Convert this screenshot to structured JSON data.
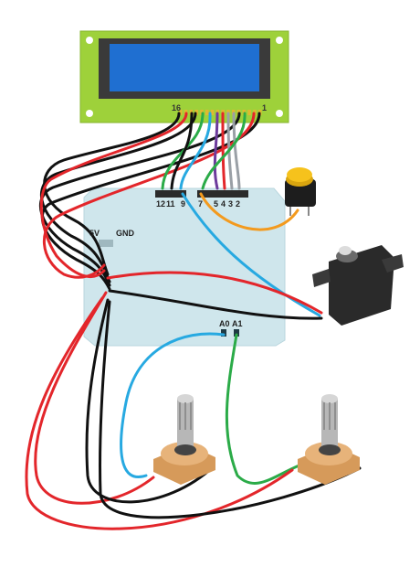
{
  "lcd": {
    "pin_first": "16",
    "pin_last": "1"
  },
  "arduino": {
    "digital_pins": [
      "12",
      "11",
      "9",
      "7",
      "5",
      "4",
      "3",
      "2"
    ],
    "power_5v": "5V",
    "power_gnd": "GND",
    "analog_a0": "A0",
    "analog_a1": "A1"
  },
  "components": [
    "lcd-16x2-display",
    "arduino-board",
    "push-button",
    "servo-motor",
    "potentiometer-left",
    "potentiometer-right"
  ],
  "colors": {
    "lcd_board": "#9ed13a",
    "lcd_screen": "#1f6fd1",
    "arduino": "#cfe6ec",
    "button_cap": "#f6c21c",
    "servo": "#2a2a2a",
    "pot_body": "#d69a5a",
    "wire_red": "#e3262b",
    "wire_black": "#111111",
    "wire_blue": "#27a9e1",
    "wire_green": "#2bab48",
    "wire_orange": "#f39a1e",
    "wire_purple": "#6d3b9c",
    "wire_gray": "#9aa0a6"
  }
}
